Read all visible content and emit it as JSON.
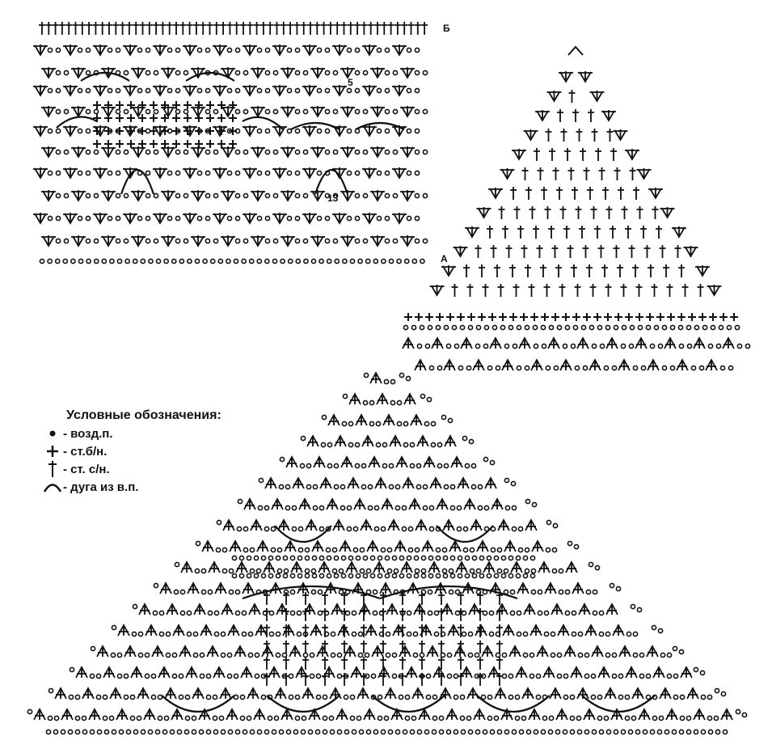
{
  "legend": {
    "title": "Условные обозначения:",
    "items": [
      {
        "symbol": "chain-dot",
        "label": "- возд.п."
      },
      {
        "symbol": "cross",
        "label": "- ст.б/н."
      },
      {
        "symbol": "dagger",
        "label": "- ст. с/н."
      },
      {
        "symbol": "arc",
        "label": "- дуга из в.п."
      }
    ]
  },
  "labels": {
    "row_b": "Б",
    "row_a": "А",
    "arc_count_5": "5",
    "arc_count_13": "13"
  },
  "colors": {
    "ink": "#111111",
    "paper": "#ffffff"
  }
}
